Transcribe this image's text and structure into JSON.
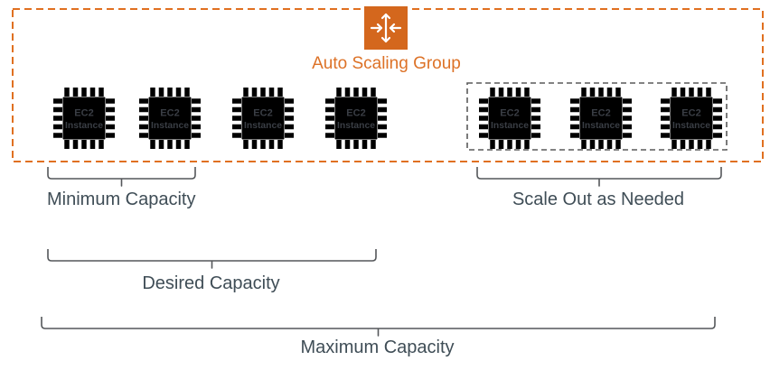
{
  "title": "Auto Scaling Group",
  "ec2": {
    "line1": "EC2",
    "line2": "Instance"
  },
  "capacity_labels": {
    "minimum": "Minimum Capacity",
    "scale_out": "Scale Out as Needed",
    "desired": "Desired Capacity",
    "maximum": "Maximum Capacity"
  },
  "icons": {
    "asg": "auto-scaling-group-icon",
    "ec2_chip": "ec2-instance-chip-icon"
  },
  "counts": {
    "instances_total": 7,
    "instances_scale_out": 3
  },
  "colors": {
    "asg_icon_bg": "#D4671D",
    "title_text": "#DD7227",
    "asg_border": "#E07020",
    "chip": "#C2662A",
    "chip_text": "#3A3E45",
    "label_text": "#3F4D56",
    "brace": "#54575A",
    "scale_out_border": "#5A5A5A"
  }
}
